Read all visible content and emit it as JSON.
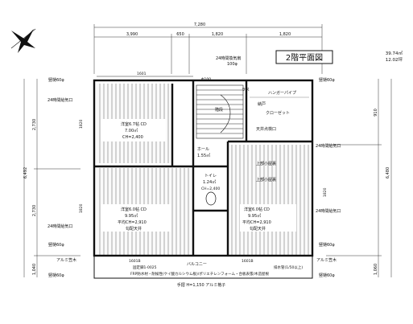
{
  "title": "2階平面図",
  "area": {
    "sqm": "39.74㎡",
    "tsubo": "12.02坪"
  },
  "dims_top": {
    "total": "7,280",
    "seg1": "3,990",
    "seg2": "650",
    "seg3": "1,820",
    "seg4": "1,820"
  },
  "dims_left": {
    "total": "6,492",
    "upper": "2,730",
    "lower": "2,730",
    "bottom": "1,040"
  },
  "dims_right": {
    "total": "6,480",
    "upper": "910",
    "bottom": "1,060"
  },
  "dims_inner": {
    "upper_left": "1820",
    "lower_left": "1820",
    "right_mid": "1820",
    "top_bar": "1601"
  },
  "vent_top": {
    "line1": "24時間換気扇",
    "line2": "100φ"
  },
  "vent_top_small": "Φ100",
  "rooms": {
    "bedroom1": {
      "name": "洋室6.7帖 CD",
      "floor": "7.00㎡",
      "ceiling": "CH=2,400"
    },
    "bedroom2": {
      "name": "洋室6.0帖 CD",
      "floor": "9.95㎡",
      "ceiling": "平均CH=2,910",
      "note": "勾配天井"
    },
    "bedroom3": {
      "name": "洋室6.0帖 CD",
      "floor": "9.95㎡",
      "ceiling": "平均CH=2,910",
      "note": "勾配天井"
    },
    "toilet": {
      "name": "トイレ",
      "floor": "1.24㎡",
      "ceiling": "CH=2,400"
    },
    "hall": {
      "name": "ホール",
      "floor": "1.55㎡"
    },
    "closet": {
      "name": "納戸",
      "sub": "クローゼット"
    },
    "stair": {
      "name": "階段"
    },
    "balcony": "バルコニー"
  },
  "labels": {
    "vent": "24時間給気口",
    "vent_right1": "24時間給気口",
    "vent_right2": "24時間給気口",
    "vent_left2": "24時間給気口",
    "tl_vent": "竪樋60φ",
    "tr_vent": "竪樋60φ",
    "ml_vent": "竪樋60φ",
    "mr_vent": "竪樋60φ",
    "bl_vent": "竪樋60φ",
    "br_vent": "竪樋60φ",
    "gutter_l": "アルミ笠木",
    "gutter_r": "アルミ笠木",
    "hanger": "ハンガーパイプ",
    "shelf": "天井点検口",
    "stair_label": "ラスワ",
    "attic": "上部小屋裏",
    "attic2": "上部小屋裏",
    "fire_detector": "天井点検口",
    "rail_l": "1601B",
    "rail_r": "1601B",
    "drain": "排水管(1/50以上)",
    "drain_code": "固定脚1-0025",
    "handrail": "手摺 H=1,150 アルミ格子",
    "floor_spec": "FRP防水材・耐候性(ケイ酸カルシウム板)/ポリエチレンフォーム・合板表張/木造屋根"
  }
}
